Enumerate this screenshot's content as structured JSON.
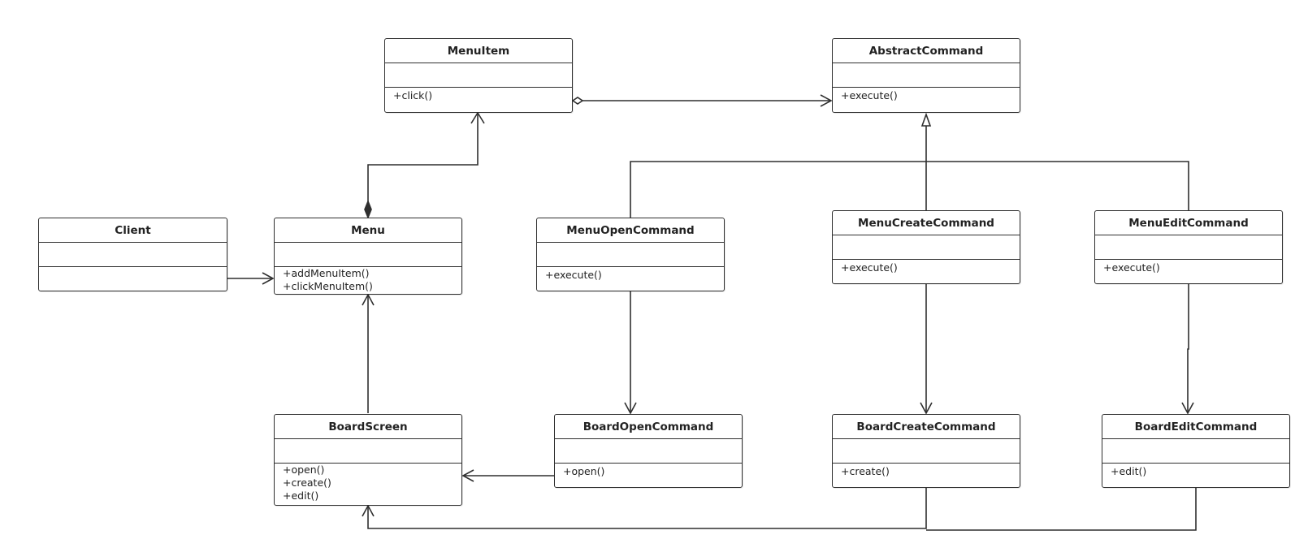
{
  "diagram": {
    "classes": [
      {
        "id": "menuitem",
        "name": "MenuItem",
        "operations": [
          "+click()"
        ]
      },
      {
        "id": "abstractcommand",
        "name": "AbstractCommand",
        "operations": [
          "+execute()"
        ]
      },
      {
        "id": "client",
        "name": "Client",
        "operations": []
      },
      {
        "id": "menu",
        "name": "Menu",
        "operations": [
          "+addMenuItem()",
          "+clickMenuItem()"
        ]
      },
      {
        "id": "menuopencommand",
        "name": "MenuOpenCommand",
        "operations": [
          "+execute()"
        ]
      },
      {
        "id": "menucreatecommand",
        "name": "MenuCreateCommand",
        "operations": [
          "+execute()"
        ]
      },
      {
        "id": "menueditcommand",
        "name": "MenuEditCommand",
        "operations": [
          "+execute()"
        ]
      },
      {
        "id": "boardscreen",
        "name": "BoardScreen",
        "operations": [
          "+open()",
          "+create()",
          "+edit()"
        ]
      },
      {
        "id": "boardopencommand",
        "name": "BoardOpenCommand",
        "operations": [
          "+open()"
        ]
      },
      {
        "id": "boardcreatecommand",
        "name": "BoardCreateCommand",
        "operations": [
          "+create()"
        ]
      },
      {
        "id": "boardeditcommand",
        "name": "BoardEditCommand",
        "operations": [
          "+edit()"
        ]
      }
    ],
    "relationships": [
      {
        "from": "menuitem",
        "to": "abstractcommand",
        "type": "aggregation"
      },
      {
        "from": "menu",
        "to": "menuitem",
        "type": "composition"
      },
      {
        "from": "client",
        "to": "menu",
        "type": "association"
      },
      {
        "from": "menuopencommand",
        "to": "abstractcommand",
        "type": "generalization"
      },
      {
        "from": "menucreatecommand",
        "to": "abstractcommand",
        "type": "generalization"
      },
      {
        "from": "menueditcommand",
        "to": "abstractcommand",
        "type": "generalization"
      },
      {
        "from": "menuopencommand",
        "to": "boardopencommand",
        "type": "association"
      },
      {
        "from": "menucreatecommand",
        "to": "boardcreatecommand",
        "type": "association"
      },
      {
        "from": "menueditcommand",
        "to": "boardeditcommand",
        "type": "association"
      },
      {
        "from": "boardopencommand",
        "to": "boardscreen",
        "type": "association"
      },
      {
        "from": "boardcreatecommand",
        "to": "boardscreen",
        "type": "association"
      },
      {
        "from": "boardeditcommand",
        "to": "boardscreen",
        "type": "association"
      },
      {
        "from": "boardscreen",
        "to": "menu",
        "type": "association"
      }
    ]
  }
}
